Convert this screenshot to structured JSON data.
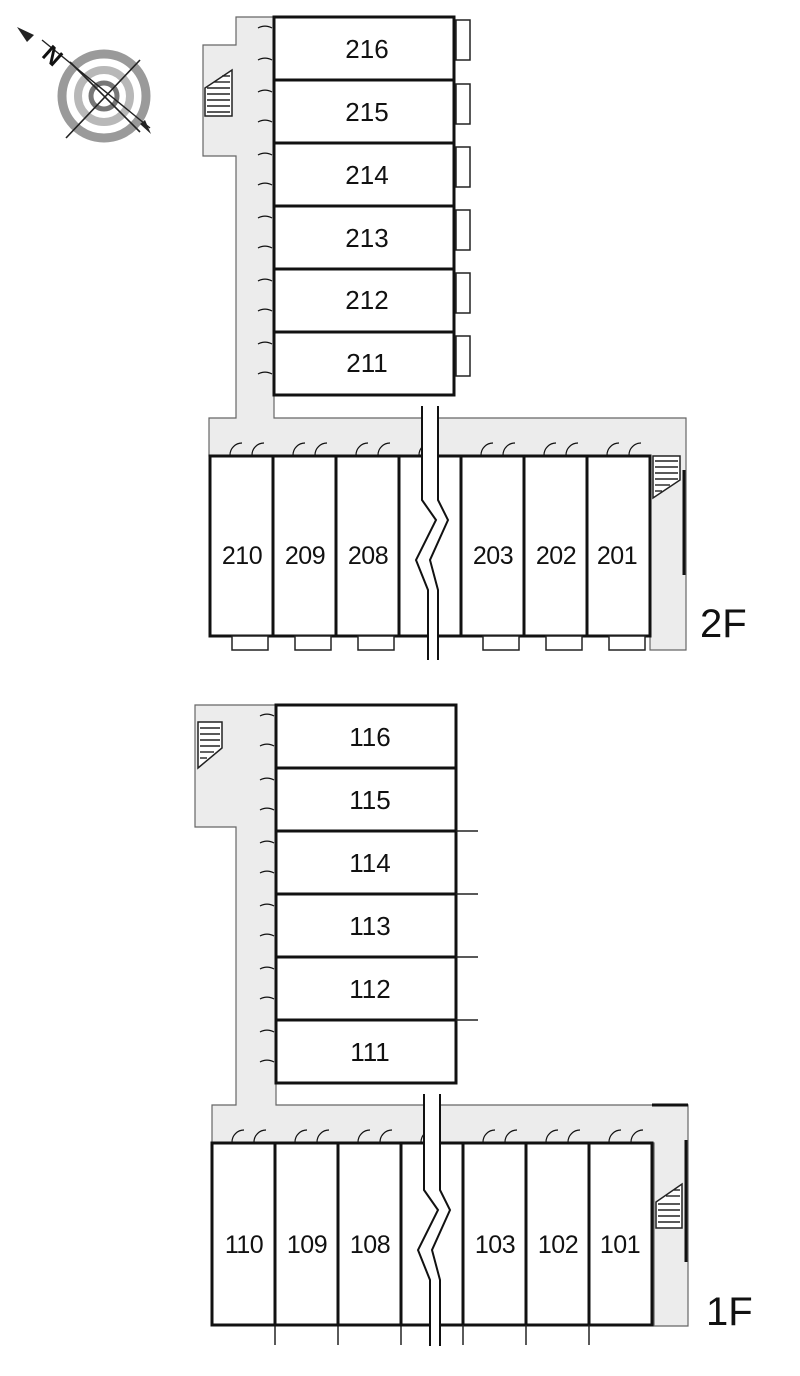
{
  "compass": {
    "letter": "N",
    "icon": "compass-rose-icon"
  },
  "floors": [
    {
      "id": "2F",
      "label": "2F",
      "wing_units": [
        "216",
        "215",
        "214",
        "213",
        "212",
        "211"
      ],
      "row_units_left": [
        "210",
        "209",
        "208"
      ],
      "row_units_right": [
        "203",
        "202",
        "201"
      ]
    },
    {
      "id": "1F",
      "label": "1F",
      "wing_units": [
        "116",
        "115",
        "114",
        "113",
        "112",
        "111"
      ],
      "row_units_left": [
        "110",
        "109",
        "108"
      ],
      "row_units_right": [
        "103",
        "102",
        "101"
      ]
    }
  ],
  "colors": {
    "corridor": "#ececec",
    "wall": "#111111",
    "compass_gray": "#999999"
  }
}
